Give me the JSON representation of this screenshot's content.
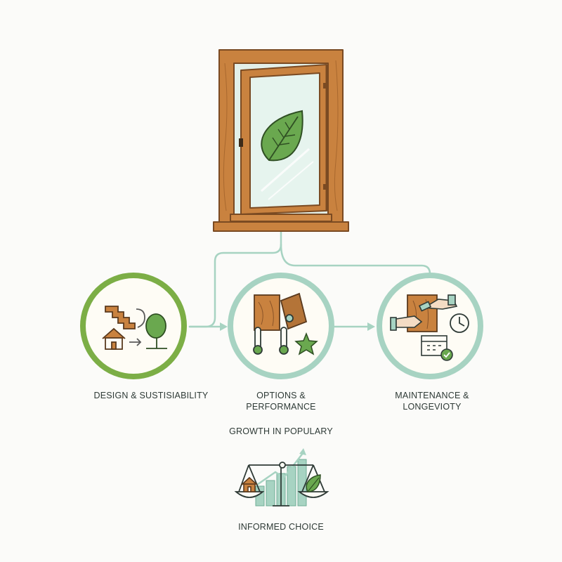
{
  "nodes": {
    "design": {
      "label": "DESIGN & SUSTISIABILITY",
      "ring_color": "#7cae46"
    },
    "options": {
      "label_line1": "OPTIONS &",
      "label_line2": "PERFORMANCE",
      "ring_color": "#a7d3c2"
    },
    "maintenance": {
      "label_line1": "MAINTENANCE &",
      "label_line2": "LONGEVIOTY",
      "ring_color": "#a7d3c2"
    }
  },
  "growth": {
    "label": "GROWTH IN POPULARY"
  },
  "choice": {
    "label": "INFORMED CHOICE"
  },
  "colors": {
    "wood": "#c9823f",
    "wood_outline": "#7a4a22",
    "glass": "#e6f4ee",
    "leaf": "#6aa84f",
    "connector": "#a7d3c2",
    "text": "#2e3a36"
  },
  "icons": {
    "window": "wooden-window-icon",
    "leaf": "leaf-icon",
    "design": [
      "staircase-icon",
      "house-icon",
      "tree-icon"
    ],
    "options": [
      "wood-samples-icon",
      "thermometer-icon",
      "star-icon"
    ],
    "maintenance": [
      "hand-brush-icon",
      "clock-icon",
      "calendar-check-icon"
    ],
    "choice": [
      "balance-scale-icon",
      "bar-chart-icon",
      "growth-arrow-icon"
    ]
  }
}
